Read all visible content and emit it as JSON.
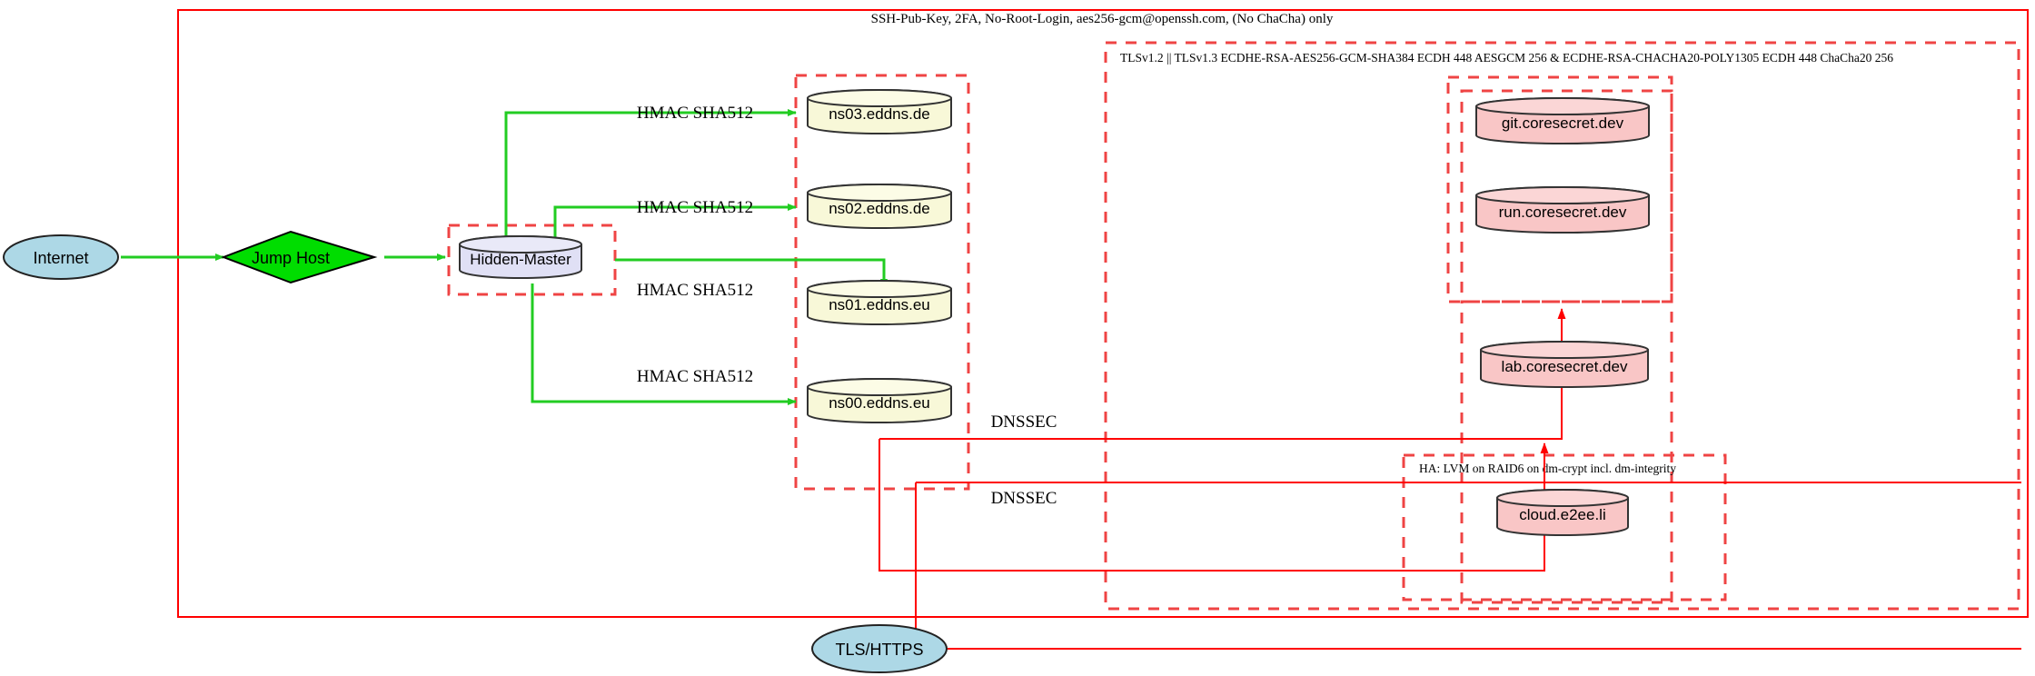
{
  "diagram": {
    "title_label": "SSH-Pub-Key, 2FA, No-Root-Login, aes256-gcm@openssh.com, (No ChaCha) only",
    "colors": {
      "boundary_solid": "#ff0000",
      "boundary_dashed": "#ef4444",
      "edge_green": "#22cc22",
      "edge_red": "#ff0000",
      "internet_fill": "#add8e6",
      "jumphost_fill": "#00dd00",
      "master_fill": "#e0e0f5",
      "ns_fill": "#f8f8d8",
      "app_fill": "#f9c6c6",
      "node_stroke": "#333333",
      "text": "#000000"
    }
  },
  "clusters": {
    "outer": {
      "label": "SSH-Pub-Key, 2FA, No-Root-Login, aes256-gcm@openssh.com, (No ChaCha) only"
    },
    "tls": {
      "label": "TLSv1.2 || TLSv1.3 ECDHE-RSA-AES256-GCM-SHA384 ECDH 448 AESGCM 256 & ECDHE-RSA-CHACHA20-POLY1305 ECDH 448 ChaCha20 256"
    },
    "ha": {
      "label": "HA: LVM on RAID6 on dm-crypt incl. dm-integrity"
    },
    "master_box": {
      "label": ""
    },
    "ns_box": {
      "label": ""
    },
    "app_box": {
      "label": ""
    },
    "app_box_inner": {
      "label": ""
    },
    "cloud_box": {
      "label": ""
    }
  },
  "nodes": {
    "internet": {
      "label": "Internet",
      "shape": "ellipse"
    },
    "jump_host": {
      "label": "Jump Host",
      "shape": "diamond"
    },
    "hidden_master": {
      "label": "Hidden-Master",
      "shape": "cylinder"
    },
    "ns03": {
      "label": "ns03.eddns.de",
      "shape": "cylinder"
    },
    "ns02": {
      "label": "ns02.eddns.de",
      "shape": "cylinder"
    },
    "ns01": {
      "label": "ns01.eddns.eu",
      "shape": "cylinder"
    },
    "ns00": {
      "label": "ns00.eddns.eu",
      "shape": "cylinder"
    },
    "git": {
      "label": "git.coresecret.dev",
      "shape": "cylinder"
    },
    "run": {
      "label": "run.coresecret.dev",
      "shape": "cylinder"
    },
    "lab": {
      "label": "lab.coresecret.dev",
      "shape": "cylinder"
    },
    "cloud": {
      "label": "cloud.e2ee.li",
      "shape": "cylinder"
    },
    "tls_https": {
      "label": "TLS/HTTPS",
      "shape": "ellipse"
    }
  },
  "edge_labels": {
    "hmac_ns03": "HMAC SHA512",
    "hmac_ns02": "HMAC SHA512",
    "hmac_ns01": "HMAC SHA512",
    "hmac_ns00": "HMAC SHA512",
    "dnssec_upper": "DNSSEC",
    "dnssec_lower": "DNSSEC"
  }
}
